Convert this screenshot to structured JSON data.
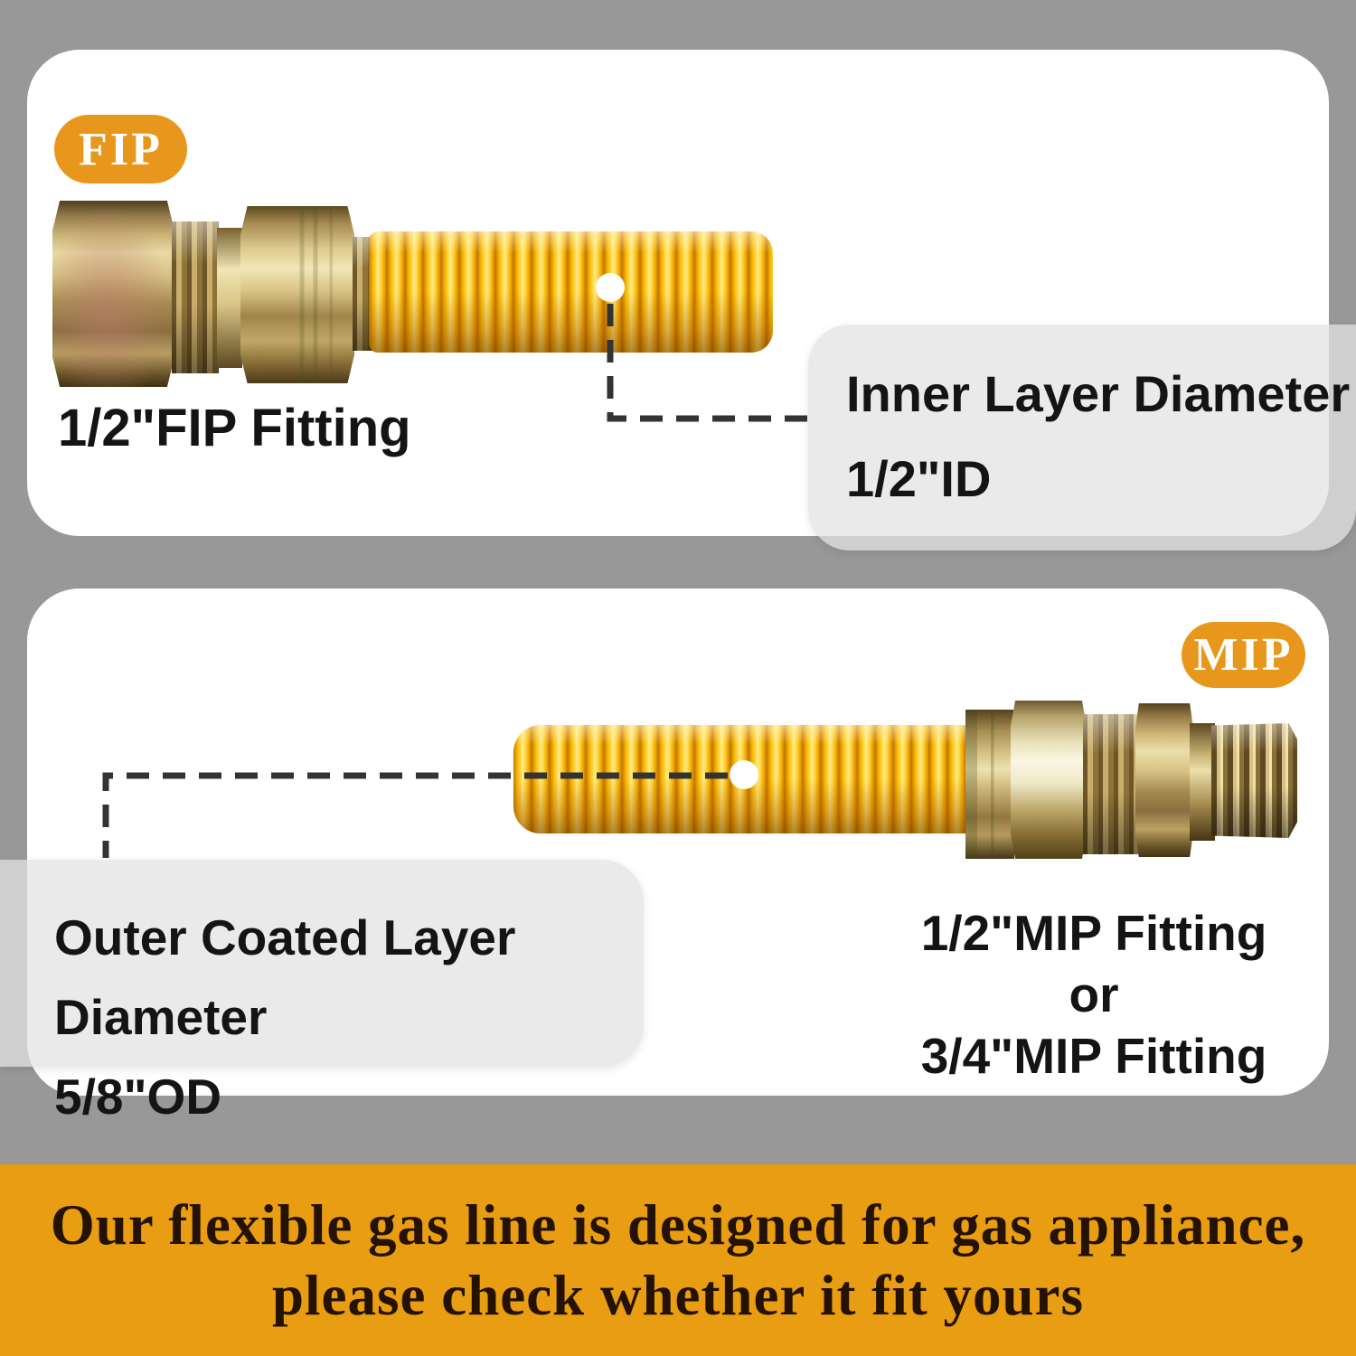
{
  "colors": {
    "page_background": "#989898",
    "panel_background": "#ffffff",
    "accent_orange": "#e7981c",
    "banner_background": "#e89d12",
    "banner_text": "#241204",
    "callout_background": "#ebebeb",
    "hose_yellow": "#ffd943"
  },
  "fip_panel": {
    "badge": "FIP",
    "fitting_label": "1/2\"FIP Fitting",
    "callout": {
      "line1": "Inner Layer Diameter",
      "line2": "1/2\"ID"
    }
  },
  "mip_panel": {
    "badge": "MIP",
    "callout": {
      "line1": "Outer Coated Layer Diameter",
      "line2": "5/8\"OD"
    },
    "fitting_label": {
      "line1": "1/2\"MIP Fitting",
      "line2": "or",
      "line3": "3/4\"MIP Fitting"
    }
  },
  "banner": {
    "line1": "Our flexible gas line is designed for gas appliance,",
    "line2": "please check whether it fit yours"
  }
}
